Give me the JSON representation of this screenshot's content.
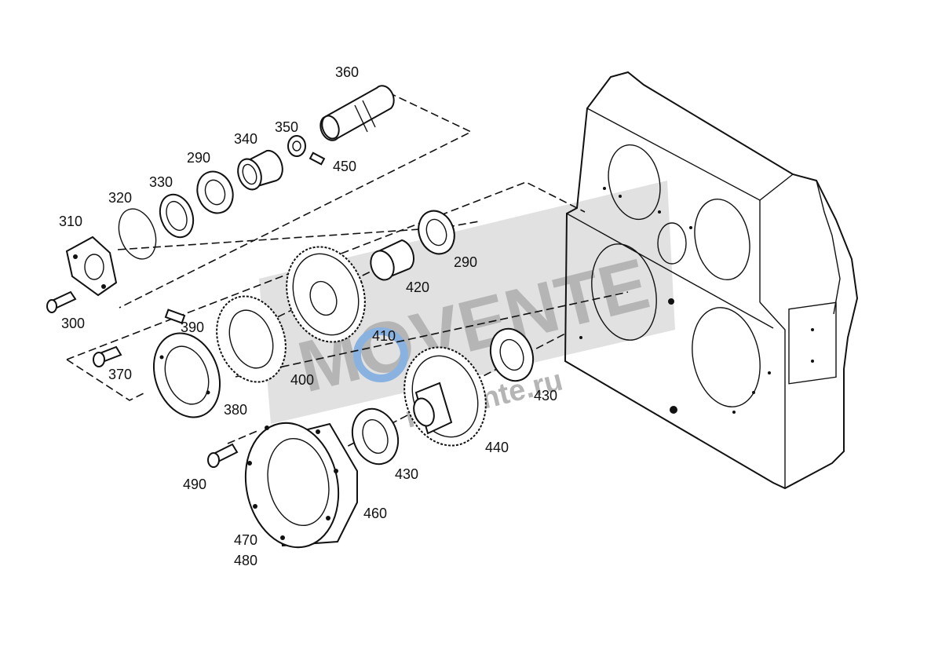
{
  "diagram": {
    "type": "exploded-parts-drawing",
    "watermark": {
      "text": "MOVENTE",
      "url": "movente.ru",
      "color": "#8a8a8a",
      "accent": "#2a74c8"
    },
    "labels": {
      "p360": "360",
      "p350": "350",
      "p340": "340",
      "p450": "450",
      "p290a": "290",
      "p330": "330",
      "p320": "320",
      "p310": "310",
      "p300": "300",
      "p290b": "290",
      "p420": "420",
      "p390": "390",
      "p370": "370",
      "p410": "410",
      "p400": "400",
      "p430a": "430",
      "p380": "380",
      "p440": "440",
      "p430b": "430",
      "p490": "490",
      "p460": "460",
      "p470": "470",
      "p480": "480"
    }
  }
}
